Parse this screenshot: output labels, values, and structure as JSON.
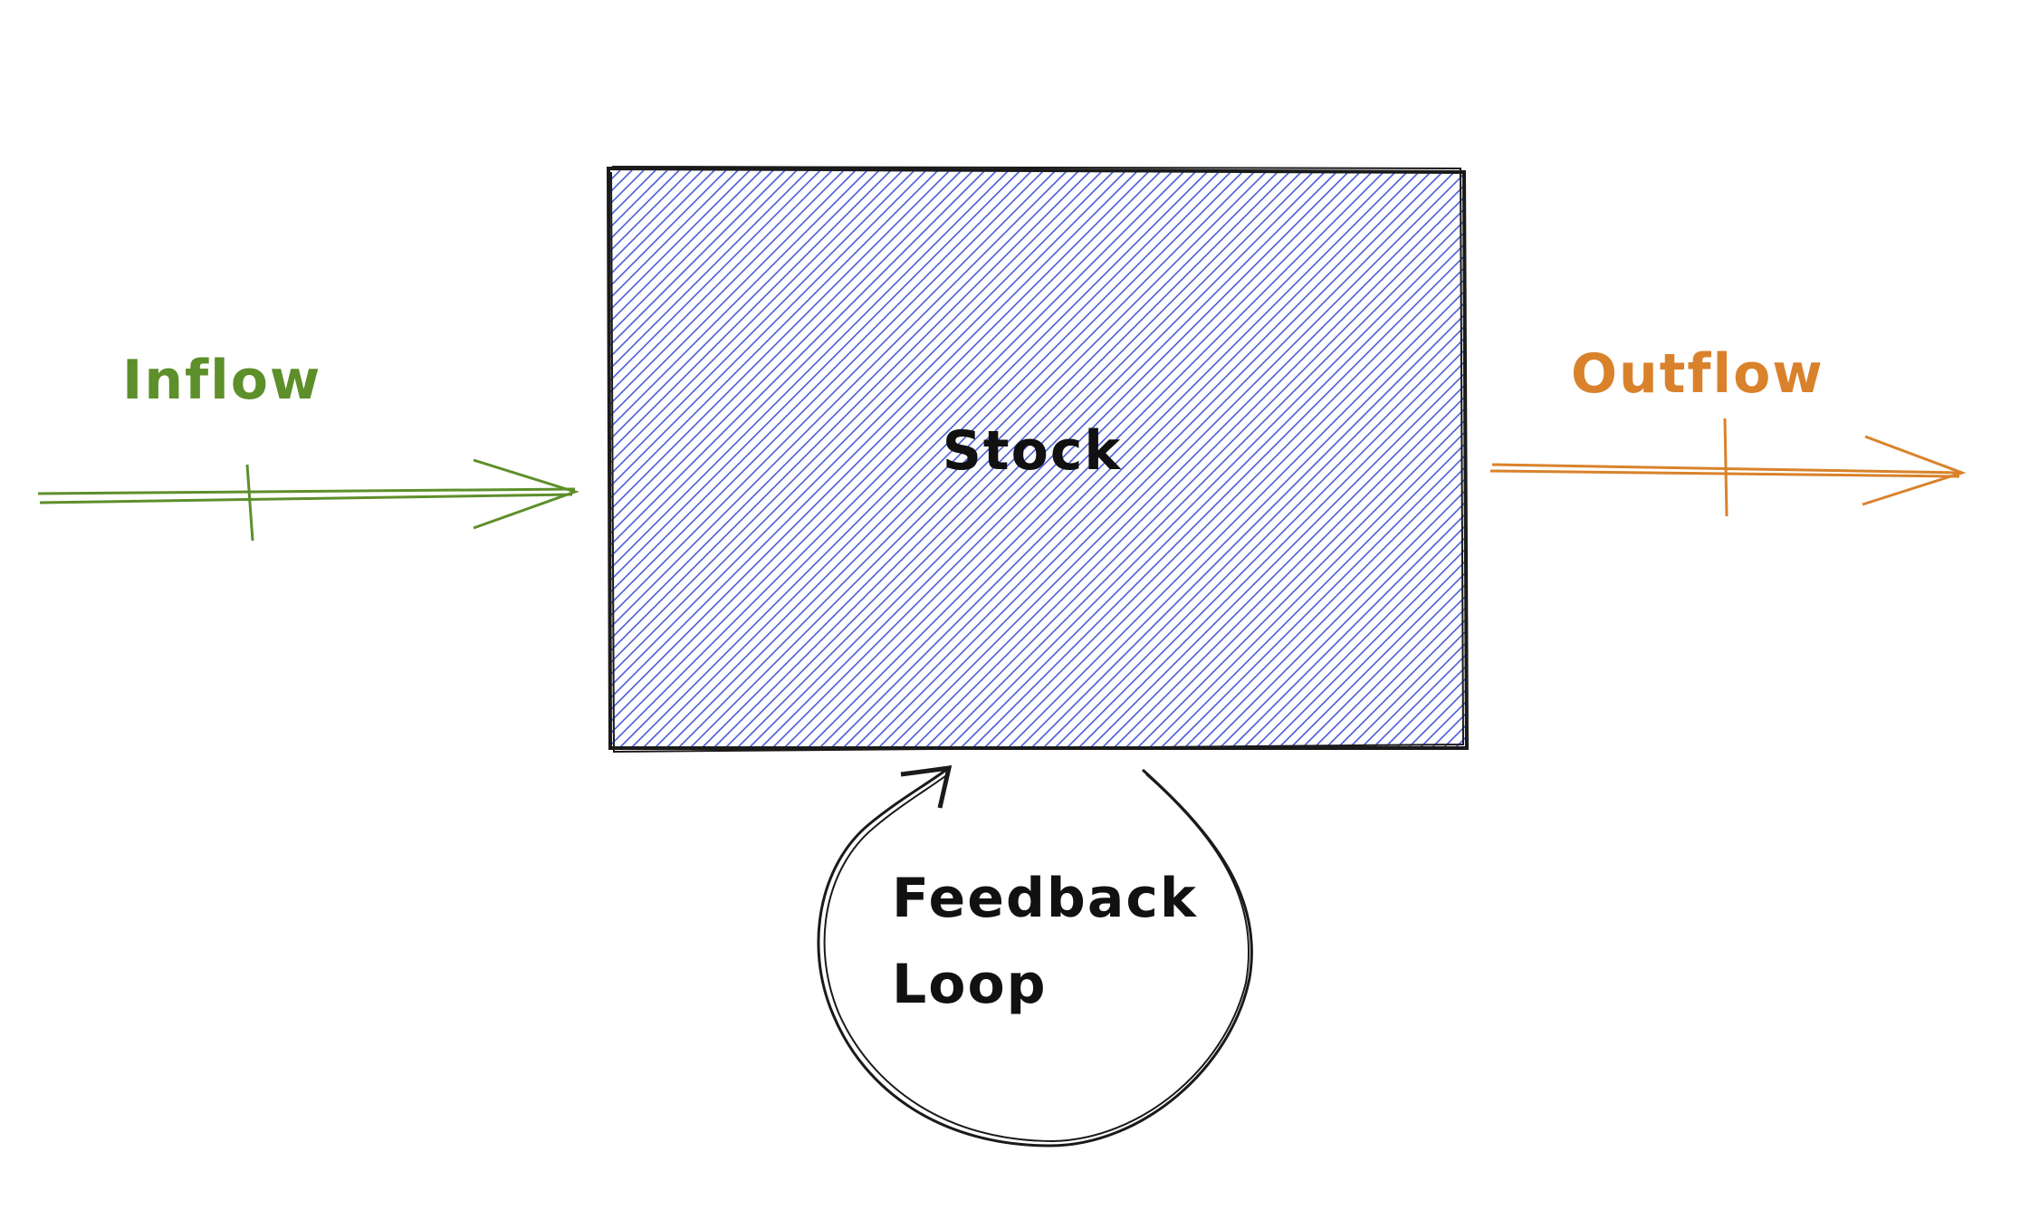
{
  "diagram": {
    "stock": {
      "label": "Stock",
      "fill_color": "#4a5fd8",
      "stroke_color": "#1a1a1a"
    },
    "inflow": {
      "label": "Inflow",
      "color": "#5d8f2a"
    },
    "outflow": {
      "label": "Outflow",
      "color": "#d9822b"
    },
    "feedback_loop": {
      "label_line1": "Feedback",
      "label_line2": "Loop",
      "color": "#1a1a1a"
    }
  }
}
